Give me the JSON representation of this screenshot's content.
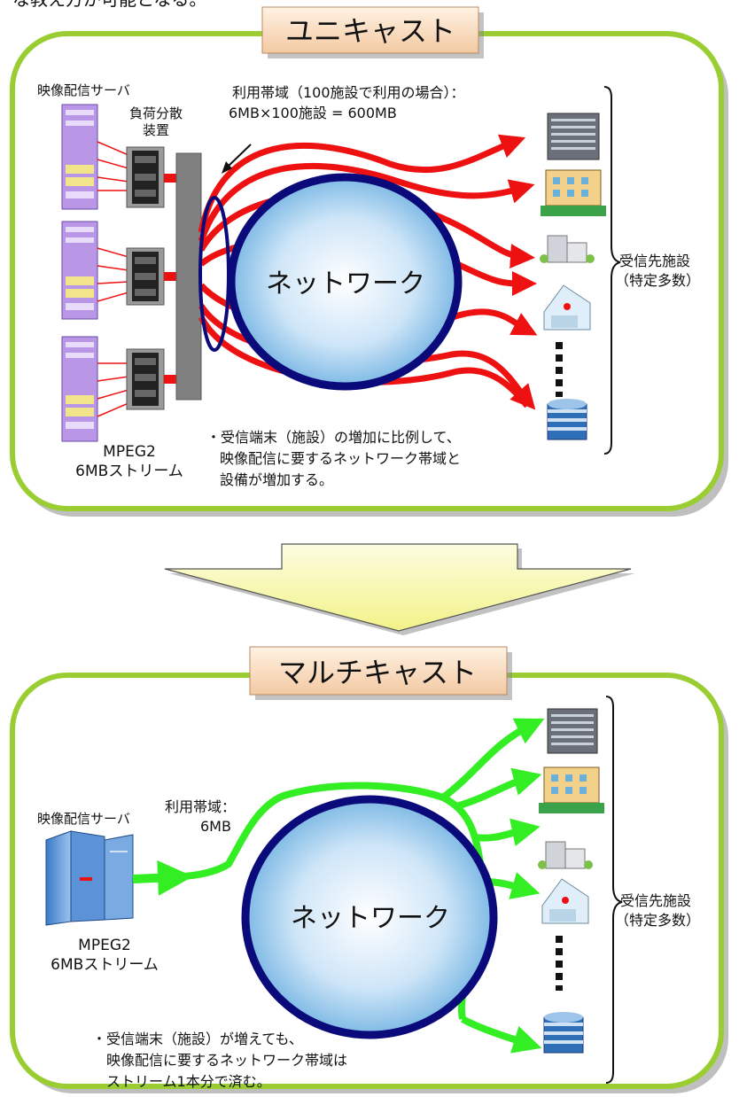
{
  "top_partial_text": "な教え方が可能となる。",
  "unicast": {
    "title": "ユニキャスト",
    "server_label": "映像配信サーバ",
    "load_balancer_label_1": "負荷分散",
    "load_balancer_label_2": "装置",
    "bandwidth_line1": "利用帯域（100施設で利用の場合）：",
    "bandwidth_line2": "6MB×100施設 = 600MB",
    "network_label": "ネットワーク",
    "receiver_label_1": "受信先施設",
    "receiver_label_2": "（特定多数）",
    "stream_label_1": "MPEG2",
    "stream_label_2": "6MBストリーム",
    "note_line1": "・受信端末（施設）の増加に比例して、",
    "note_line2": "映像配信に要するネットワーク帯域と",
    "note_line3": "設備が増加する。"
  },
  "multicast": {
    "title": "マルチキャスト",
    "server_label": "映像配信サーバ",
    "bandwidth_line1": "利用帯域：",
    "bandwidth_line2": "6MB",
    "network_label": "ネットワーク",
    "receiver_label_1": "受信先施設",
    "receiver_label_2": "（特定多数）",
    "stream_label_1": "MPEG2",
    "stream_label_2": "6MBストリーム",
    "note_line1": "・受信端末（施設）が増えても、",
    "note_line2": "映像配信に要するネットワーク帯域は",
    "note_line3": "ストリーム1本分で済む。"
  },
  "colors": {
    "panel_border": "#9acd32",
    "title_fill": "#f8dcc0",
    "unicast_stream": "#ee1111",
    "multicast_stream": "#33ee22",
    "network_outline": "#0a0a7a",
    "arrow_fill": "#f6f6a8"
  }
}
